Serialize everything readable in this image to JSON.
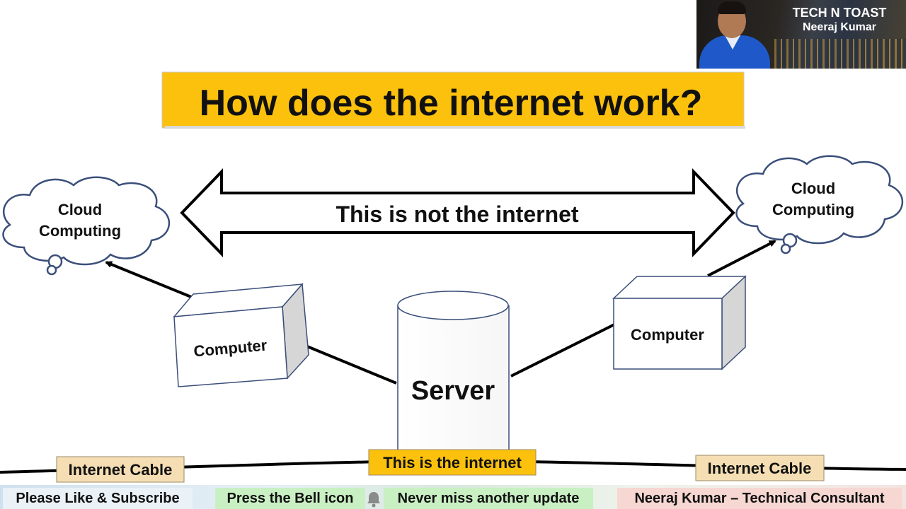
{
  "slide": {
    "title": "How does the internet work?",
    "arrow_label": "This is not the internet",
    "cloud_left": [
      "Cloud",
      "Computing"
    ],
    "cloud_right": [
      "Cloud",
      "Computing"
    ],
    "computer_left": "Computer",
    "computer_right": "Computer",
    "server": "Server",
    "internet_label": "This is the internet",
    "cable_left": "Internet Cable",
    "cable_right": "Internet Cable"
  },
  "presenter": {
    "brand": "TECH N TOAST",
    "name": "Neeraj Kumar"
  },
  "ticker": {
    "item1": "Please Like & Subscribe",
    "item2": "Press the Bell icon",
    "item3": "Never miss another update",
    "item4": "Neeraj Kumar – Technical Consultant"
  },
  "colors": {
    "title_bg": "#fcc10c",
    "label_bg": "#f5deb3",
    "internet_bg": "#fcc10c",
    "outline": "#3b4f7a"
  },
  "icons": {
    "bell": "bell-icon"
  }
}
